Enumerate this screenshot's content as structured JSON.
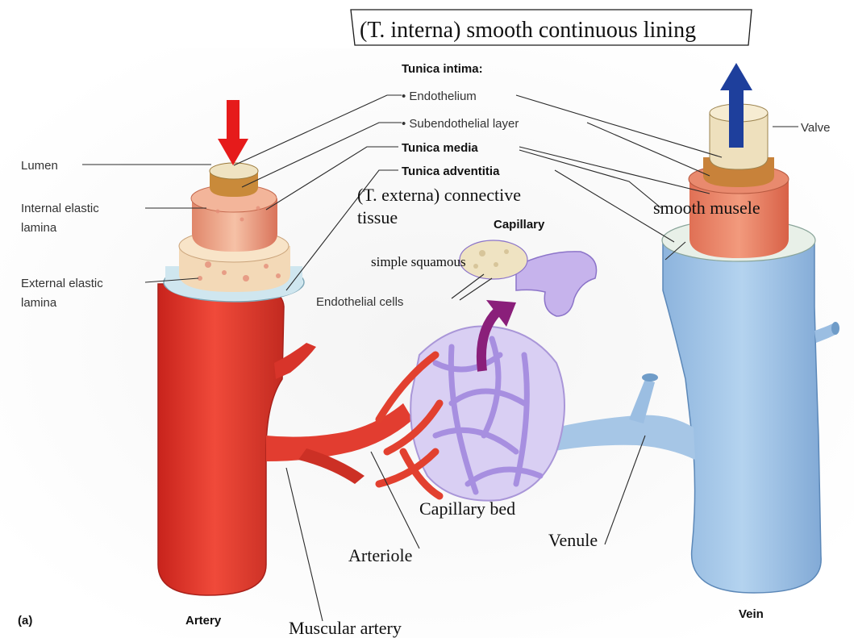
{
  "title_box": "(T. interna) smooth continuous lining",
  "labels": {
    "tunica_intima": "Tunica intima:",
    "endothelium": "• Endothelium",
    "subendothelial": "• Subendothelial layer",
    "tunica_media": "Tunica media",
    "tunica_adventitia": "Tunica adventitia",
    "valve": "Valve",
    "lumen": "Lumen",
    "internal_elastic_1": "Internal elastic",
    "internal_elastic_2": "lamina",
    "external_elastic_1": "External elastic",
    "external_elastic_2": "lamina",
    "capillary": "Capillary",
    "endothelial_cells": "Endothelial cells",
    "artery": "Artery",
    "vein": "Vein",
    "panel": "(a)"
  },
  "annotations": {
    "externa_1": "(T. externa) connective",
    "externa_2": "tissue",
    "smooth_muscle": "smooth musele",
    "simple_squamous": "simple squamous",
    "capillary_bed": "Capillary bed",
    "venule": "Venule",
    "arteriole": "Arteriole",
    "muscular_artery": "Muscular artery"
  },
  "colors": {
    "artery": "#e8352c",
    "artery_dark": "#b81f1a",
    "vein": "#9ec4e8",
    "vein_dark": "#6f9cc8",
    "capillary": "#b9a6e6",
    "arrow_in": "#e61b1b",
    "arrow_out": "#1e3f9c",
    "arrow_capillary": "#8a1f7a"
  }
}
